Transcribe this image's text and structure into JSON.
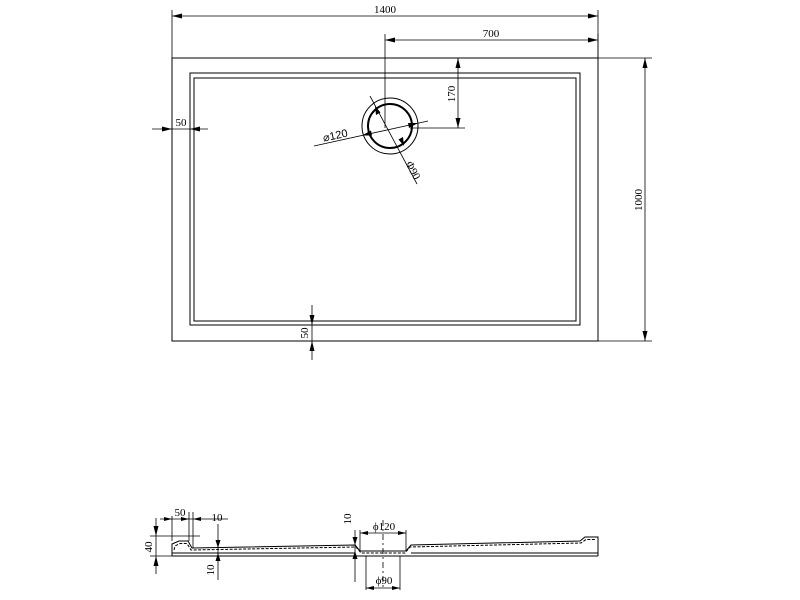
{
  "top_view": {
    "overall_width_label": "1400",
    "half_width_label": "700",
    "overall_depth_label": "1000",
    "drain_offset_label": "170",
    "left_rim_label": "50",
    "bottom_rim_label": "50",
    "drain_outer_label": "⌀120",
    "drain_inner_label": "Φ90"
  },
  "section_view": {
    "rim_width_label": "50",
    "rim_step_label": "10",
    "height_label": "40",
    "bottom_thickness_label": "10",
    "drain_depth_label": "10",
    "drain_outer_label": "ϕ120",
    "drain_inner_label": "ϕ90"
  }
}
